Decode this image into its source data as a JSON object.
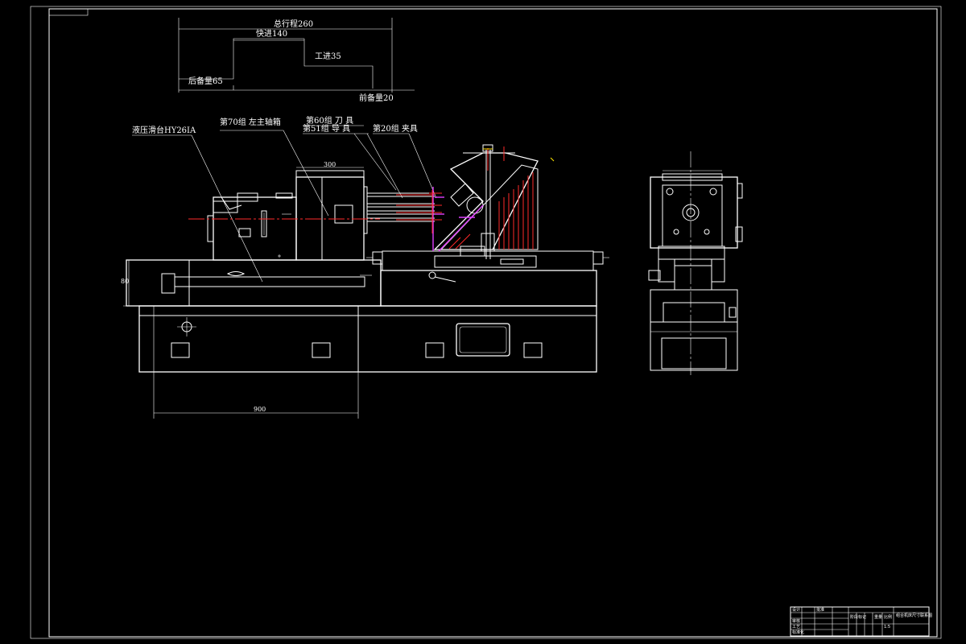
{
  "drawing": {
    "colors": {
      "background": "#000000",
      "line": "#ffffff",
      "centerline": "#ff2a2a",
      "section_hatch": "#ff2a2a",
      "highlight": "#e040ff",
      "accent": "#ffe600"
    }
  },
  "stroke_diagram": {
    "total_stroke": "总行程260",
    "fast_advance": "快进140",
    "work_feed": "工进35",
    "rear_allowance": "后备量65",
    "front_allowance": "前备量20"
  },
  "callouts": {
    "hydraulic_slide": "液压滑台HY26IA",
    "spindle_box": "第70组  左主轴箱",
    "cutter": "第60组   刀    具",
    "guide": "第51组   导    具",
    "fixture": "第20组  夹具"
  },
  "dimensions": {
    "base_length": "900",
    "height": "80",
    "top_width": "300"
  },
  "title_block": {
    "drawing_title": "组合机床尺寸联系图",
    "left_cells": [
      "设计",
      "审核",
      "工艺",
      "标准化",
      "批准"
    ],
    "mid_cells": [
      "阶段标记",
      "重量",
      "比例"
    ],
    "scale": "1:5"
  }
}
